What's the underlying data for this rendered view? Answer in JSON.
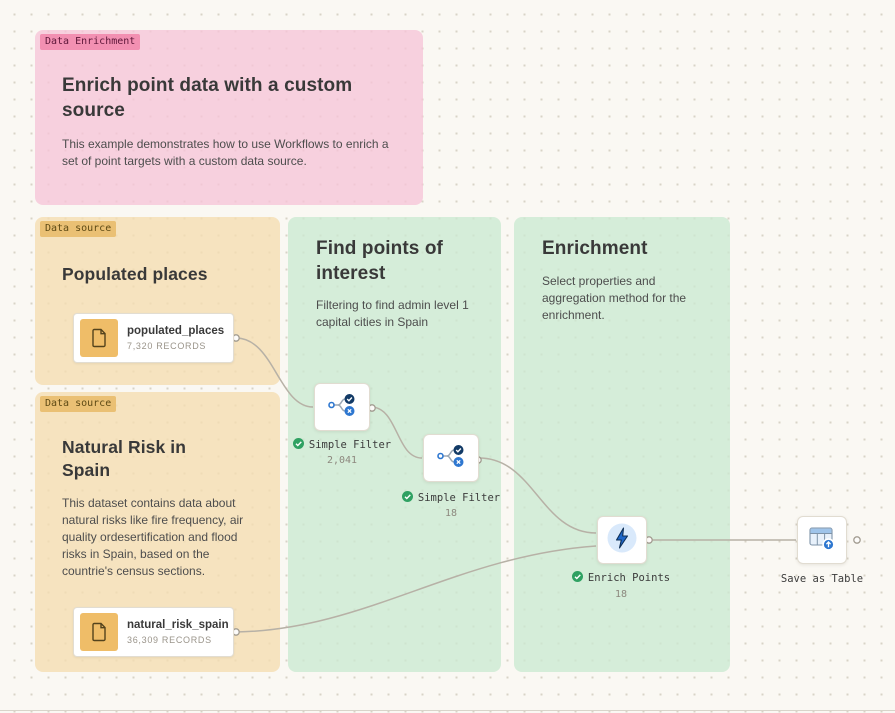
{
  "groups": {
    "data_enrichment": {
      "badge": "Data Enrichment",
      "title": "Enrich point data with a custom source",
      "description": "This example demonstrates how to use Workflows to enrich a set of point targets with a custom data source."
    },
    "populated_places": {
      "badge": "Data source",
      "title": "Populated places"
    },
    "natural_risk": {
      "badge": "Data source",
      "title": "Natural Risk in Spain",
      "description": "This dataset contains data about natural risks like fire frequency, air quality ordesertification and flood risks in Spain, based on the countrie's census sections."
    },
    "find_poi": {
      "title": "Find points of interest",
      "description": "Filtering to find admin level 1 capital cities in Spain"
    },
    "enrichment": {
      "title": "Enrichment",
      "description": "Select properties and aggregation method for the enrichment."
    }
  },
  "nodes": {
    "populated_places": {
      "name": "populated_places",
      "records": "7,320 RECORDS"
    },
    "natural_risk_spain": {
      "name": "natural_risk_spain",
      "records": "36,309 RECORDS"
    },
    "simple_filter_1": {
      "label": "Simple Filter",
      "count": "2,041"
    },
    "simple_filter_2": {
      "label": "Simple Filter",
      "count": "18"
    },
    "enrich_points": {
      "label": "Enrich Points",
      "count": "18"
    },
    "save_as_table": {
      "label": "Save as Table"
    }
  },
  "colors": {
    "canvas_bg": "#FAF8F3",
    "dot_grid": "#D8D3C7",
    "pink_panel": "#F7D1DF",
    "pink_badge": "#F290B2",
    "orange_panel": "#F6E2C0",
    "orange_badge": "#EAC074",
    "green_panel": "#D7EDD8",
    "icon_square": "#EFBD68",
    "connection": "#B7B1A6",
    "success_green": "#2FA162",
    "accent_blue": "#2E77D0",
    "dark_navy": "#123A66"
  }
}
